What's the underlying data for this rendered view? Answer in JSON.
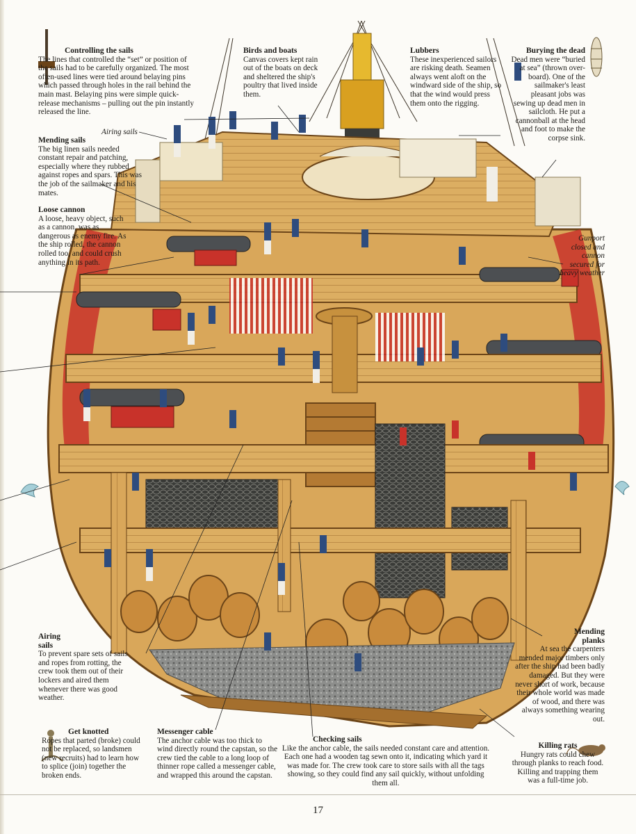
{
  "captions": {
    "controlling_sails": {
      "title": "Controlling the sails",
      "text": "The lines that controlled the “set” or position of the sails had to be carefully organized. The most often-used lines were tied around belaying pins which passed through holes in the rail behind the main mast. Belaying pins were simple quick-release mechanisms – pulling out the pin instantly released the line."
    },
    "birds_boats": {
      "title": "Birds and boats",
      "text": "Canvas covers kept rain out of the boats on deck and sheltered the ship's poultry that lived inside them."
    },
    "lubbers": {
      "title": "Lubbers",
      "text": "These inexperienced sailors are risking death. Seamen always went aloft on the windward side of the ship, so that the wind would press them onto the rigging."
    },
    "burying_dead": {
      "title": "Burying the dead",
      "text": "Dead men were “buried at sea” (thrown over-board). One of the sailmaker's least pleasant jobs was sewing up dead men in sailcloth. He put a cannonball at the head and foot to make the corpse sink."
    },
    "airing_sails_label": "Airing sails",
    "mending_sails": {
      "title": "Mending sails",
      "text": "The big linen sails needed constant repair and patching, especially where they rubbed against ropes and spars. This was the job of the sailmaker and his mates."
    },
    "loose_cannon": {
      "title": "Loose cannon",
      "text": "A loose, heavy object, such as a cannon, was as dangerous as enemy fire. As the ship rolled, the cannon rolled too, and could crush anything in its path."
    },
    "gunport_label": "Gunport closed and cannon secured for heavy weather",
    "airing_sails": {
      "title": "Airing sails",
      "text": "To prevent spare sets of sails and ropes from rotting, the crew took them out of their lockers and aired them whenever there was good weather."
    },
    "mending_planks": {
      "title": "Mending planks",
      "text": "At sea the carpenters mended major timbers only after the ship had been badly damaged. But they were never short of work, because their whole world was made of wood, and there was always something wearing out."
    },
    "get_knotted": {
      "title": "Get knotted",
      "text": "Ropes that parted (broke) could not be replaced, so landsmen (new recruits) had to learn how to splice (join) together the broken ends."
    },
    "messenger_cable": {
      "title": "Messenger cable",
      "text": "The anchor cable was too thick to wind directly round the capstan, so the crew tied the cable to a long loop of thinner rope called a messenger cable, and wrapped this around the capstan."
    },
    "checking_sails": {
      "title": "Checking sails",
      "text": "Like the anchor cable, the sails needed constant care and attention. Each one had a wooden tag sewn onto it, indicating which yard it was made for. The crew took care to store sails with all the tags showing, so they could find any sail quickly, without unfolding them all."
    },
    "killing_rats": {
      "title": "Killing rats",
      "text": "Hungry rats could chew through planks to reach food. Killing and trapping them was a full-time job."
    }
  },
  "page_number": "17",
  "colors": {
    "wood": "#d9a75a",
    "wood_dark": "#8a5a25",
    "hull_red": "#c8322a",
    "uniform_blue": "#2e4c7e",
    "cannon": "#4c4f52",
    "brass": "#e6b92f",
    "cable": "#2f302d"
  }
}
